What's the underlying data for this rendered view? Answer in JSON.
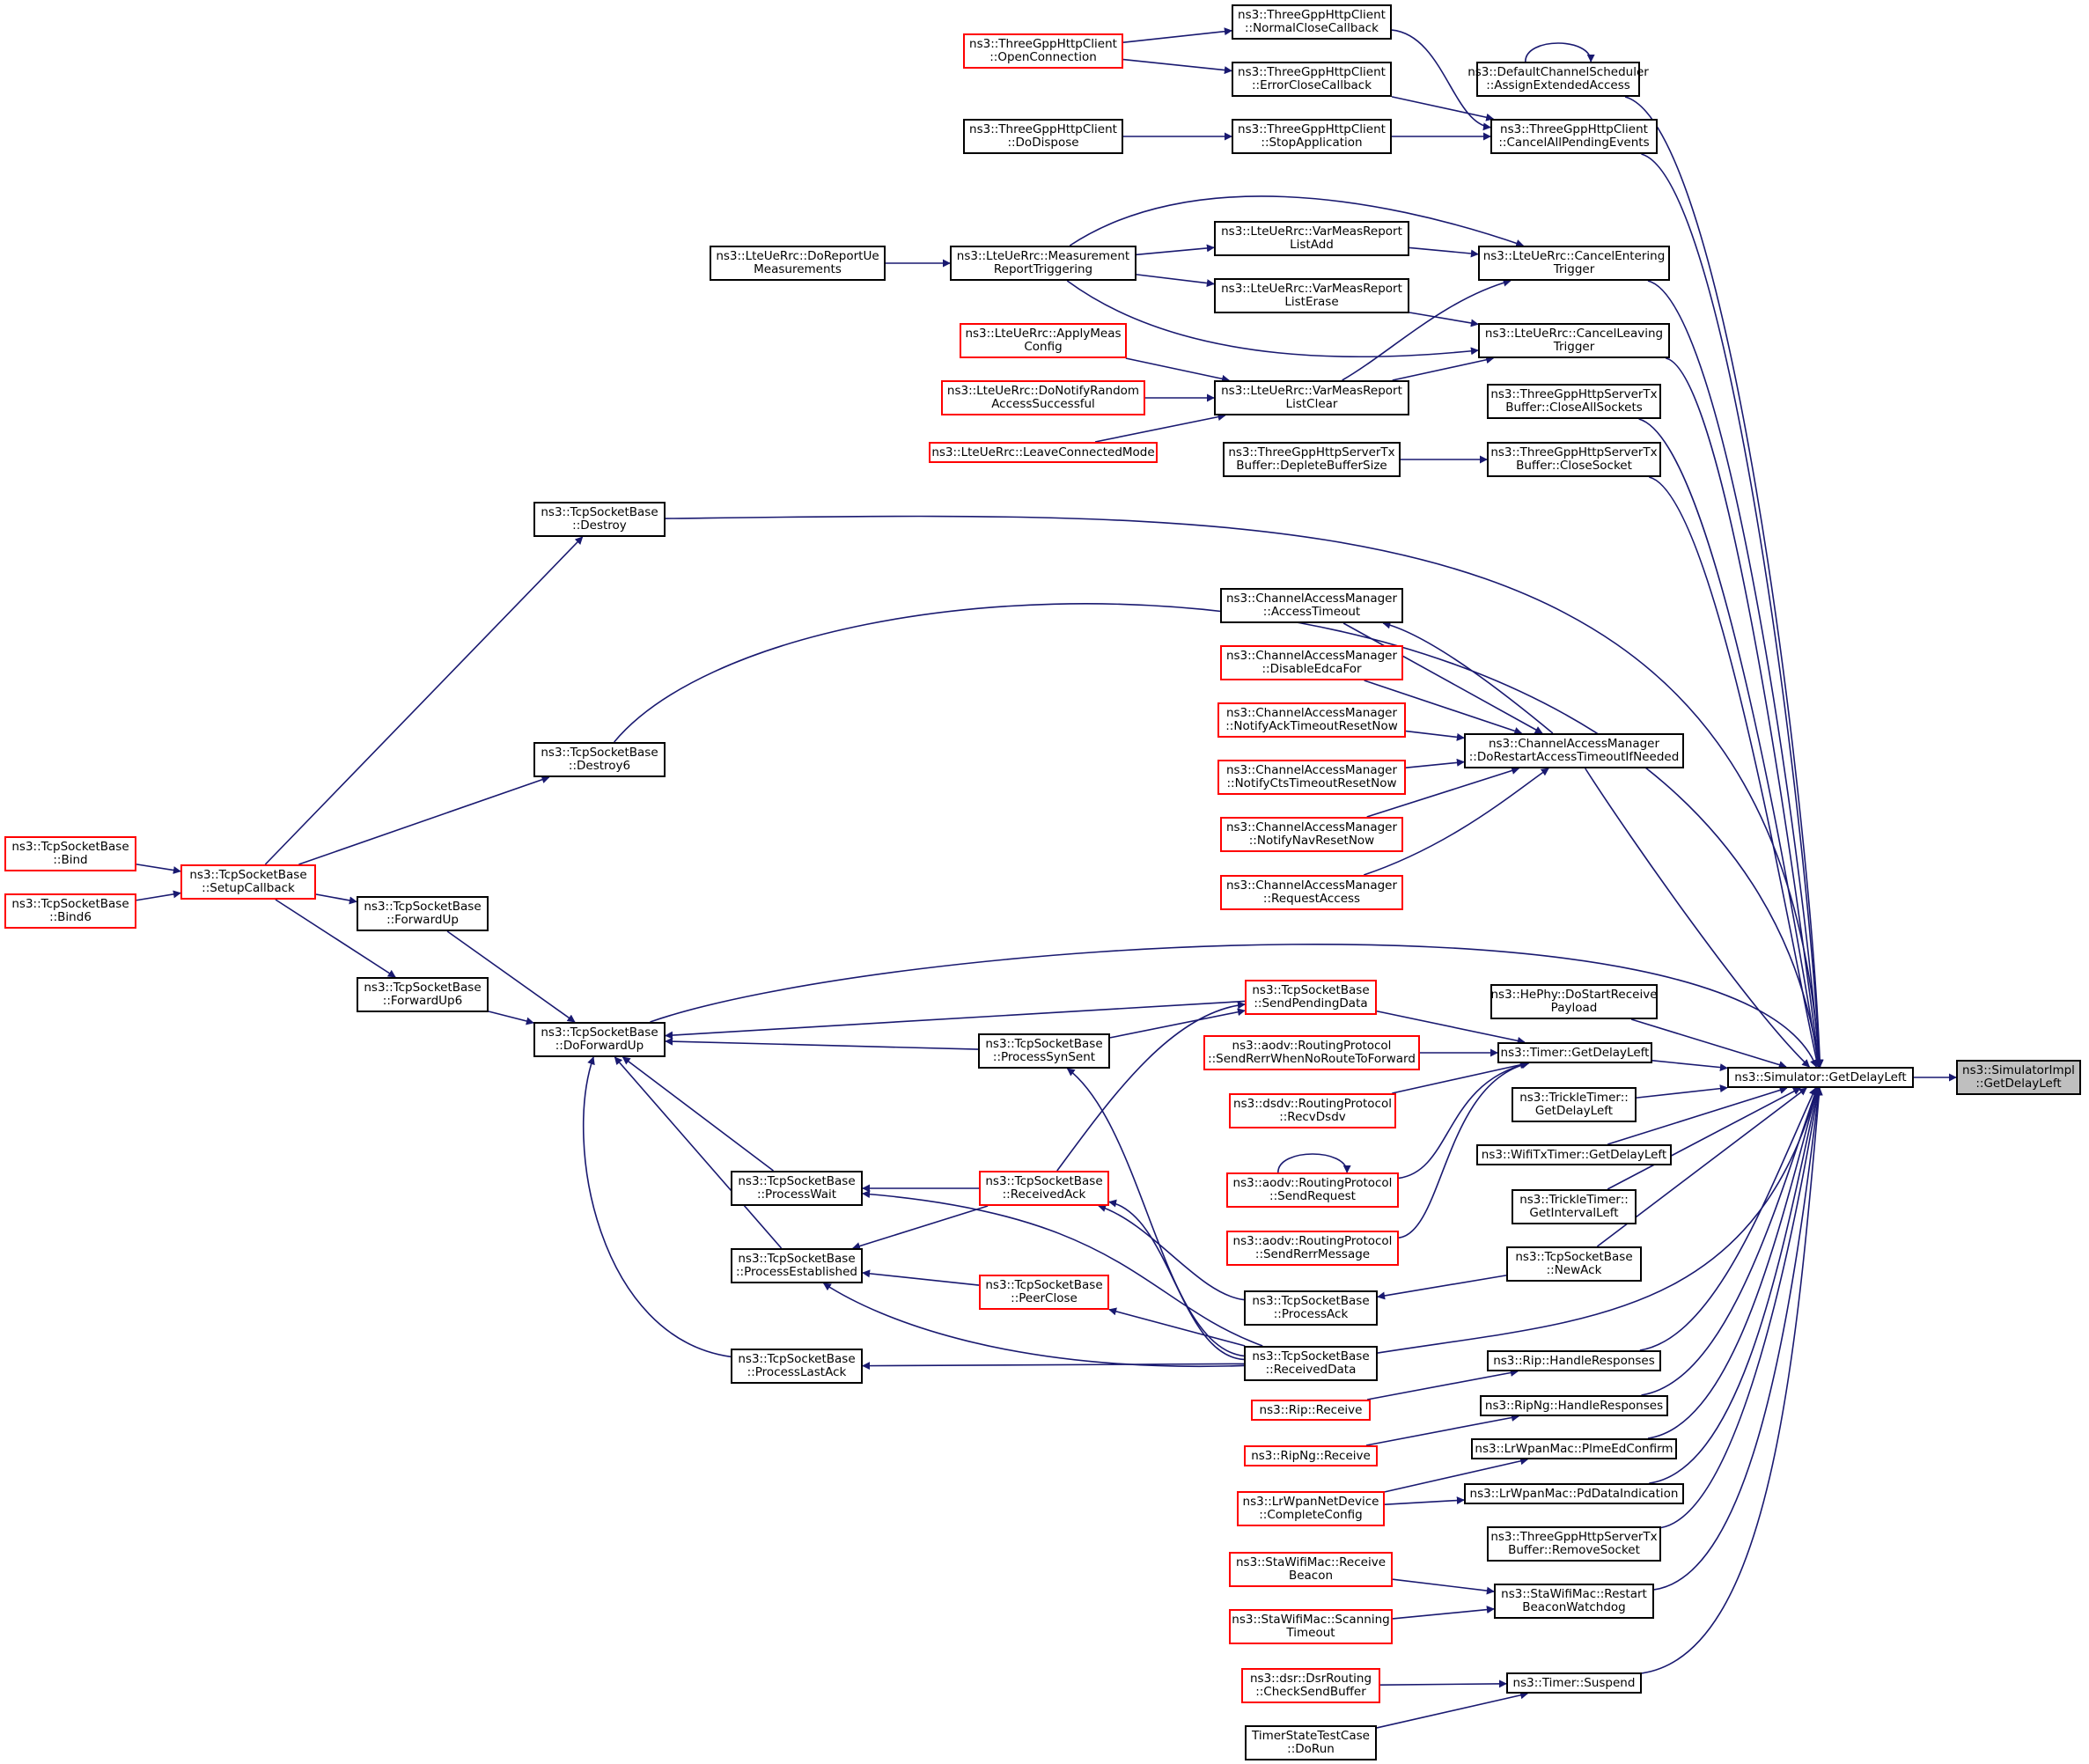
{
  "colors": {
    "edge": "#191970",
    "node_border": "#000000",
    "node_border_incomplete": "#ff0000",
    "target_fill": "#bfbfbf"
  },
  "nodes": {
    "SimulatorImplGetDelayLeft": {
      "line1": "ns3::SimulatorImpl",
      "line2": "::GetDelayLeft"
    },
    "SimulatorGetDelayLeft": {
      "line1": "ns3::Simulator::GetDelayLeft",
      "line2": ""
    },
    "AssignExtendedAccess": {
      "line1": "ns3::DefaultChannelScheduler",
      "line2": "::AssignExtendedAccess"
    },
    "CancelAllPendingEvents": {
      "line1": "ns3::ThreeGppHttpClient",
      "line2": "::CancelAllPendingEvents"
    },
    "CancelEnteringTrigger": {
      "line1": "ns3::LteUeRrc::CancelEntering",
      "line2": "Trigger"
    },
    "CancelLeavingTrigger": {
      "line1": "ns3::LteUeRrc::CancelLeaving",
      "line2": "Trigger"
    },
    "CloseAllSockets": {
      "line1": "ns3::ThreeGppHttpServerTx",
      "line2": "Buffer::CloseAllSockets"
    },
    "CloseSocket": {
      "line1": "ns3::ThreeGppHttpServerTx",
      "line2": "Buffer::CloseSocket"
    },
    "Destroy": {
      "line1": "ns3::TcpSocketBase",
      "line2": "::Destroy"
    },
    "Destroy6": {
      "line1": "ns3::TcpSocketBase",
      "line2": "::Destroy6"
    },
    "DoRestartAccessTimeout": {
      "line1": "ns3::ChannelAccessManager",
      "line2": "::DoRestartAccessTimeoutIfNeeded"
    },
    "DoForwardUp": {
      "line1": "ns3::TcpSocketBase",
      "line2": "::DoForwardUp"
    },
    "SendPendingData": {
      "line1": "ns3::TcpSocketBase",
      "line2": "::SendPendingData"
    },
    "HePhyDoStartReceive": {
      "line1": "ns3::HePhy::DoStartReceive",
      "line2": "Payload"
    },
    "TimerGetDelayLeft": {
      "line1": "ns3::Timer::GetDelayLeft",
      "line2": ""
    },
    "TrickleGetDelayLeft": {
      "line1": "ns3::TrickleTimer::",
      "line2": "GetDelayLeft"
    },
    "WifiTxTimerGetDelayLeft": {
      "line1": "ns3::WifiTxTimer::GetDelayLeft",
      "line2": ""
    },
    "TrickleGetIntervalLeft": {
      "line1": "ns3::TrickleTimer::",
      "line2": "GetIntervalLeft"
    },
    "NewAck": {
      "line1": "ns3::TcpSocketBase",
      "line2": "::NewAck"
    },
    "ReceivedData": {
      "line1": "ns3::TcpSocketBase",
      "line2": "::ReceivedData"
    },
    "RipHandleResponses": {
      "line1": "ns3::Rip::HandleResponses",
      "line2": ""
    },
    "RipNgHandleResponses": {
      "line1": "ns3::RipNg::HandleResponses",
      "line2": ""
    },
    "PlmeEdConfirm": {
      "line1": "ns3::LrWpanMac::PlmeEdConfirm",
      "line2": ""
    },
    "PdDataIndication": {
      "line1": "ns3::LrWpanMac::PdDataIndication",
      "line2": ""
    },
    "RemoveSocket": {
      "line1": "ns3::ThreeGppHttpServerTx",
      "line2": "Buffer::RemoveSocket"
    },
    "RestartBeaconWatchdog": {
      "line1": "ns3::StaWifiMac::Restart",
      "line2": "BeaconWatchdog"
    },
    "TimerSuspend": {
      "line1": "ns3::Timer::Suspend",
      "line2": ""
    },
    "NormalCloseCallback": {
      "line1": "ns3::ThreeGppHttpClient",
      "line2": "::NormalCloseCallback"
    },
    "ErrorCloseCallback": {
      "line1": "ns3::ThreeGppHttpClient",
      "line2": "::ErrorCloseCallback"
    },
    "StopApplication": {
      "line1": "ns3::ThreeGppHttpClient",
      "line2": "::StopApplication"
    },
    "OpenConnection": {
      "line1": "ns3::ThreeGppHttpClient",
      "line2": "::OpenConnection"
    },
    "HttpDoDispose": {
      "line1": "ns3::ThreeGppHttpClient",
      "line2": "::DoDispose"
    },
    "VarMeasReportListAdd": {
      "line1": "ns3::LteUeRrc::VarMeasReport",
      "line2": "ListAdd"
    },
    "VarMeasReportListErase": {
      "line1": "ns3::LteUeRrc::VarMeasReport",
      "line2": "ListErase"
    },
    "VarMeasReportListClear": {
      "line1": "ns3::LteUeRrc::VarMeasReport",
      "line2": "ListClear"
    },
    "MeasurementReportTriggering": {
      "line1": "ns3::LteUeRrc::Measurement",
      "line2": "ReportTriggering"
    },
    "DoReportUeMeasurements": {
      "line1": "ns3::LteUeRrc::DoReportUe",
      "line2": "Measurements"
    },
    "ApplyMeasConfig": {
      "line1": "ns3::LteUeRrc::ApplyMeas",
      "line2": "Config"
    },
    "DoNotifyRandomAccess": {
      "line1": "ns3::LteUeRrc::DoNotifyRandom",
      "line2": "AccessSuccessful"
    },
    "LeaveConnectedMode": {
      "line1": "ns3::LteUeRrc::LeaveConnectedMode",
      "line2": ""
    },
    "DepleteBufferSize": {
      "line1": "ns3::ThreeGppHttpServerTx",
      "line2": "Buffer::DepleteBufferSize"
    },
    "AccessTimeout": {
      "line1": "ns3::ChannelAccessManager",
      "line2": "::AccessTimeout"
    },
    "DisableEdcaFor": {
      "line1": "ns3::ChannelAccessManager",
      "line2": "::DisableEdcaFor"
    },
    "NotifyAckTimeoutResetNow": {
      "line1": "ns3::ChannelAccessManager",
      "line2": "::NotifyAckTimeoutResetNow"
    },
    "NotifyCtsTimeoutResetNow": {
      "line1": "ns3::ChannelAccessManager",
      "line2": "::NotifyCtsTimeoutResetNow"
    },
    "NotifyNavResetNow": {
      "line1": "ns3::ChannelAccessManager",
      "line2": "::NotifyNavResetNow"
    },
    "RequestAccess": {
      "line1": "ns3::ChannelAccessManager",
      "line2": "::RequestAccess"
    },
    "SetupCallback": {
      "line1": "ns3::TcpSocketBase",
      "line2": "::SetupCallback"
    },
    "Bind": {
      "line1": "ns3::TcpSocketBase",
      "line2": "::Bind"
    },
    "Bind6": {
      "line1": "ns3::TcpSocketBase",
      "line2": "::Bind6"
    },
    "ForwardUp": {
      "line1": "ns3::TcpSocketBase",
      "line2": "::ForwardUp"
    },
    "ForwardUp6": {
      "line1": "ns3::TcpSocketBase",
      "line2": "::ForwardUp6"
    },
    "ProcessSynSent": {
      "line1": "ns3::TcpSocketBase",
      "line2": "::ProcessSynSent"
    },
    "ProcessWait": {
      "line1": "ns3::TcpSocketBase",
      "line2": "::ProcessWait"
    },
    "ProcessEstablished": {
      "line1": "ns3::TcpSocketBase",
      "line2": "::ProcessEstablished"
    },
    "ProcessLastAck": {
      "line1": "ns3::TcpSocketBase",
      "line2": "::ProcessLastAck"
    },
    "ReceivedAck": {
      "line1": "ns3::TcpSocketBase",
      "line2": "::ReceivedAck"
    },
    "PeerClose": {
      "line1": "ns3::TcpSocketBase",
      "line2": "::PeerClose"
    },
    "ProcessAck": {
      "line1": "ns3::TcpSocketBase",
      "line2": "::ProcessAck"
    },
    "SendRerrWhenNoRoute": {
      "line1": "ns3::aodv::RoutingProtocol",
      "line2": "::SendRerrWhenNoRouteToForward"
    },
    "DsdvRecvDsdv": {
      "line1": "ns3::dsdv::RoutingProtocol",
      "line2": "::RecvDsdv"
    },
    "AodvSendRequest": {
      "line1": "ns3::aodv::RoutingProtocol",
      "line2": "::SendRequest"
    },
    "AodvSendRerrMessage": {
      "line1": "ns3::aodv::RoutingProtocol",
      "line2": "::SendRerrMessage"
    },
    "RipReceive": {
      "line1": "ns3::Rip::Receive",
      "line2": ""
    },
    "RipNgReceive": {
      "line1": "ns3::RipNg::Receive",
      "line2": ""
    },
    "CompleteConfig": {
      "line1": "ns3::LrWpanNetDevice",
      "line2": "::CompleteConfig"
    },
    "StaReceiveBeacon": {
      "line1": "ns3::StaWifiMac::Receive",
      "line2": "Beacon"
    },
    "StaScanningTimeout": {
      "line1": "ns3::StaWifiMac::Scanning",
      "line2": "Timeout"
    },
    "CheckSendBuffer": {
      "line1": "ns3::dsr::DsrRouting",
      "line2": "::CheckSendBuffer"
    },
    "TimerStateTestCaseDoRun": {
      "line1": "TimerStateTestCase",
      "line2": "::DoRun"
    }
  }
}
